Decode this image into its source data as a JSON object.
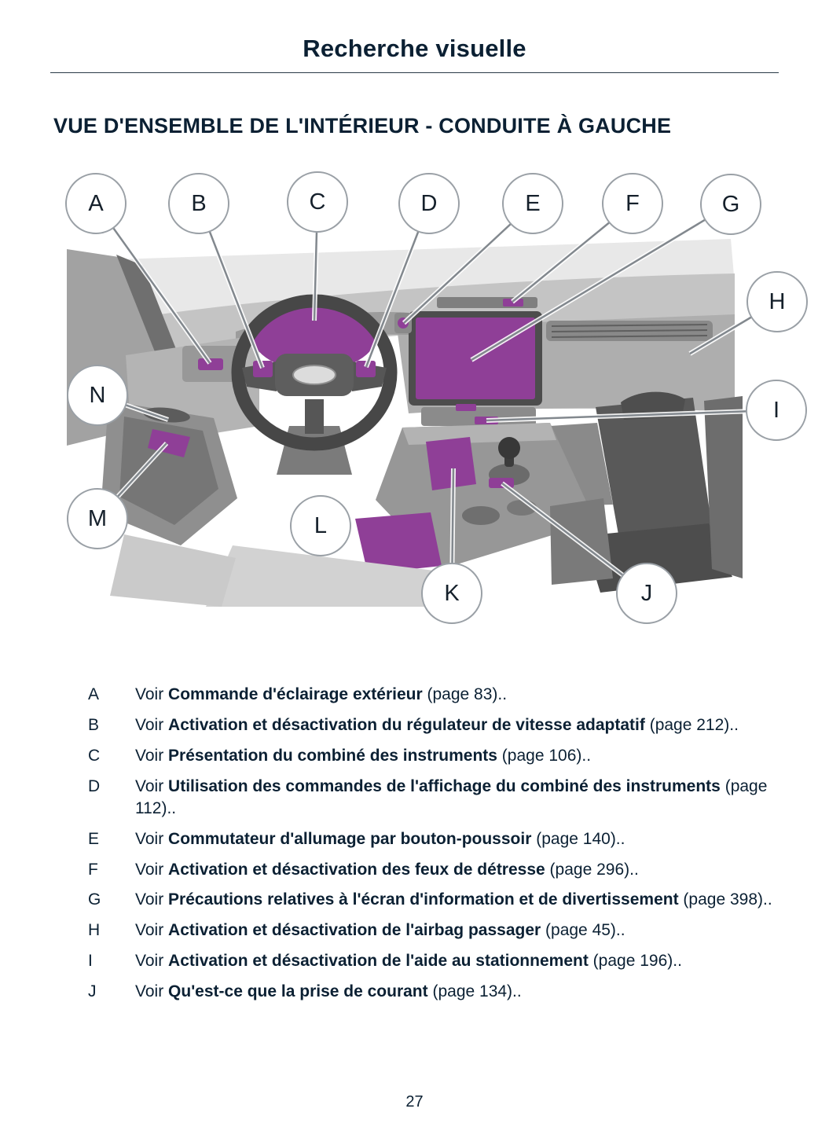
{
  "colors": {
    "text_navy": "#0b2033",
    "highlight_purple": "#8f3f97"
  },
  "page": {
    "header_title": "Recherche visuelle",
    "section_title": "VUE D'ENSEMBLE DE L'INTÉRIEUR - CONDUITE À GAUCHE",
    "page_number": "27"
  },
  "callouts": [
    {
      "letter": "A"
    },
    {
      "letter": "B"
    },
    {
      "letter": "C"
    },
    {
      "letter": "D"
    },
    {
      "letter": "E"
    },
    {
      "letter": "F"
    },
    {
      "letter": "G"
    },
    {
      "letter": "H"
    },
    {
      "letter": "I"
    },
    {
      "letter": "J"
    },
    {
      "letter": "K"
    },
    {
      "letter": "L"
    },
    {
      "letter": "M"
    },
    {
      "letter": "N"
    }
  ],
  "legend": {
    "items": [
      {
        "letter": "A",
        "prefix": "Voir",
        "link": "Commande d'éclairage extérieur",
        "suffix": "(page 83).."
      },
      {
        "letter": "B",
        "prefix": "Voir",
        "link": "Activation et désactivation du régulateur de vitesse adaptatif",
        "suffix": "(page 212).."
      },
      {
        "letter": "C",
        "prefix": "Voir",
        "link": "Présentation du combiné des instruments",
        "suffix": "(page 106).."
      },
      {
        "letter": "D",
        "prefix": "Voir",
        "link": "Utilisation des commandes de l'affichage du combiné des instruments",
        "suffix": "(page 112).."
      },
      {
        "letter": "E",
        "prefix": "Voir",
        "link": "Commutateur d'allumage par bouton-poussoir",
        "suffix": "(page 140).."
      },
      {
        "letter": "F",
        "prefix": "Voir",
        "link": "Activation et désactivation des feux de détresse",
        "suffix": "(page 296).."
      },
      {
        "letter": "G",
        "prefix": "Voir",
        "link": "Précautions relatives à l'écran d'information et de divertissement",
        "suffix": "(page 398).."
      },
      {
        "letter": "H",
        "prefix": "Voir",
        "link": "Activation et désactivation de l'airbag passager",
        "suffix": "(page 45).."
      },
      {
        "letter": "I",
        "prefix": "Voir",
        "link": "Activation et désactivation de l'aide au stationnement",
        "suffix": "(page 196).."
      },
      {
        "letter": "J",
        "prefix": "Voir",
        "link": "Qu'est-ce que la prise de courant",
        "suffix": "(page 134).."
      }
    ]
  }
}
